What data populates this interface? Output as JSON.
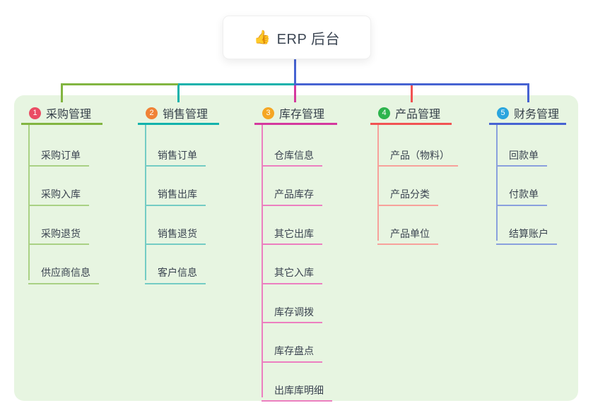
{
  "root": {
    "title": "ERP 后台",
    "emoji": "👍",
    "icon_name": "thumbs-up-icon",
    "line_color": "#4763d2"
  },
  "canvas": {
    "page_background": "#ffffff",
    "panel_background": "#e7f5e1"
  },
  "branches": [
    {
      "index": "1",
      "title": "采购管理",
      "badge_color": "#ea4c64",
      "line_color": "#82b541",
      "sub_line_color": "#a9d184",
      "items": [
        "采购订单",
        "采购入库",
        "采购退货",
        "供应商信息"
      ]
    },
    {
      "index": "2",
      "title": "销售管理",
      "badge_color": "#f08236",
      "line_color": "#13b2ac",
      "sub_line_color": "#74ccc4",
      "items": [
        "销售订单",
        "销售出库",
        "销售退货",
        "客户信息"
      ]
    },
    {
      "index": "3",
      "title": "库存管理",
      "badge_color": "#f5a623",
      "line_color": "#d4399e",
      "sub_line_color": "#ec7fc0",
      "items": [
        "仓库信息",
        "产品库存",
        "其它出库",
        "其它入库",
        "库存调拨",
        "库存盘点",
        "出库库明细"
      ]
    },
    {
      "index": "4",
      "title": "产品管理",
      "badge_color": "#2db44d",
      "line_color": "#f15353",
      "sub_line_color": "#f7a19b",
      "items": [
        "产品（物料）",
        "产品分类",
        "产品单位"
      ]
    },
    {
      "index": "5",
      "title": "财务管理",
      "badge_color": "#2aa5de",
      "line_color": "#4763d2",
      "sub_line_color": "#8aa0dd",
      "items": [
        "回款单",
        "付款单",
        "结算账户"
      ]
    }
  ]
}
